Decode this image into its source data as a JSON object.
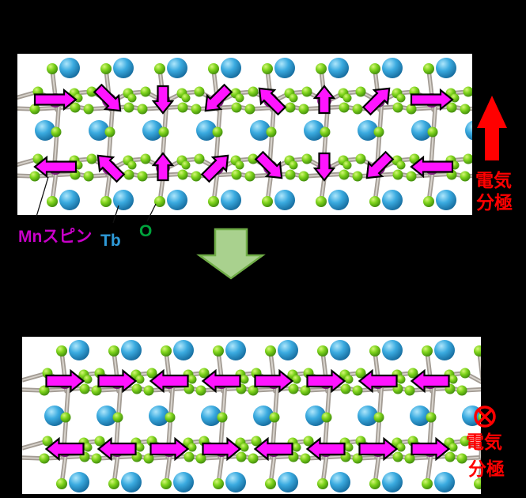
{
  "figure": {
    "description_labels": {
      "mn_spin": "Mnスピン",
      "tb": "Tb",
      "o": "O"
    },
    "top_panel": {
      "structure": "cycloidal-spiral-spin-order",
      "spin_rows": [
        [
          "E",
          "SE",
          "S",
          "SW",
          "NW",
          "N",
          "NE",
          "E"
        ],
        [
          "W",
          "NW",
          "N",
          "NE",
          "SE",
          "S",
          "SW",
          "W"
        ]
      ],
      "polarization": {
        "symbol": "up-arrow",
        "text_line1": "電気",
        "text_line2": "分極"
      }
    },
    "bottom_panel": {
      "structure": "collinear-spin-order",
      "spin_rows": [
        [
          "E",
          "E",
          "W",
          "W",
          "E",
          "E",
          "W",
          "W"
        ],
        [
          "W",
          "W",
          "E",
          "E",
          "W",
          "W",
          "E",
          "E"
        ]
      ],
      "polarization": {
        "symbol": "circled-x-into-page",
        "text_line1": "電気",
        "text_line2": "分極"
      }
    },
    "colors": {
      "background": "#000000",
      "panel": "#FFFFFF",
      "spin_arrow": "#FF14FF",
      "spin_arrow_outline": "#000000",
      "mn_atom": "#B32DB3",
      "tb_atom": "#3BABE0",
      "o_atom": "#7ED41C",
      "bond": "#A39C94",
      "polarization_red": "#FF0000",
      "transition_arrow_fill": "#A9D18E",
      "transition_arrow_stroke": "#70AD47",
      "label_mn": "#C800C8",
      "label_tb": "#2E9AD8",
      "label_o": "#00A33C"
    }
  }
}
